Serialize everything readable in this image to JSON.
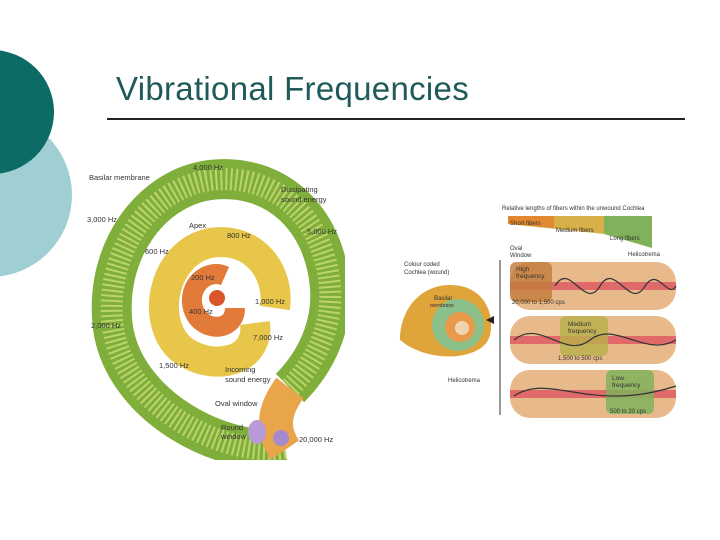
{
  "slide": {
    "title": "Vibrational Frequencies",
    "accent_dark": "#0d6b66",
    "accent_light": "#9fcfd2"
  },
  "left_figure": {
    "labels": {
      "basilar_membrane": "Basilar membrane",
      "hz_4000": "4,000 Hz",
      "dissipating": "Dissipating",
      "sound_energy": "sound energy",
      "hz_3000": "3,000 Hz",
      "apex": "Apex",
      "hz_800": "800 Hz",
      "hz_5000": "5,000 Hz",
      "hz_600": "600 Hz",
      "hz_200": "200 Hz",
      "hz_1000": "1,000 Hz",
      "hz_400": "400 Hz",
      "hz_2000": "2,000 Hz",
      "hz_7000": "7,000 Hz",
      "hz_1500": "1,500 Hz",
      "incoming": "Incoming",
      "incoming_energy": "sound energy",
      "oval_window": "Oval window",
      "round": "Round",
      "window": "window",
      "hz_20000": "20,000 Hz"
    }
  },
  "right_figure": {
    "labels": {
      "header": "Relative lengths of fibers within the unwound Cochlea",
      "short_fibers": "Short fibers",
      "medium_fibers": "Medium fibers",
      "long_fibers": "Long fibers",
      "oval": "Oval",
      "window": "Window",
      "helicotrema_top": "Helicotrema",
      "colour_coded": "Colour coded",
      "cochlea_wound": "Cochlea (wound)",
      "high": "High",
      "frequency_1": "frequency",
      "range_1": "20,000 to 1,500 cps",
      "basilar": "Basilar",
      "membrane": "membrane",
      "medium": "Medium",
      "frequency_2": "frequency",
      "range_2": "1,500 to 500 cps",
      "helicotrema_bottom": "Helicotrema",
      "low": "Low",
      "frequency_3": "frequency",
      "range_3": "500 to 20 cps"
    }
  }
}
